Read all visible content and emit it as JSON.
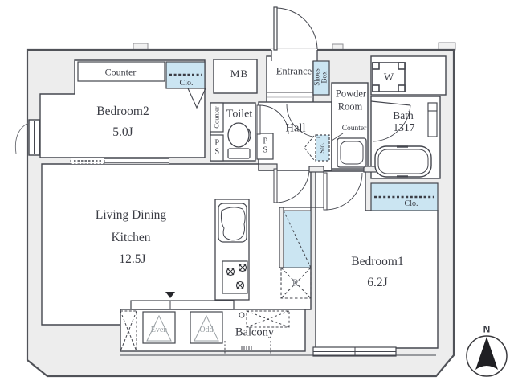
{
  "title": "Apartment floor plan",
  "colors": {
    "wall_fill": "#ededed",
    "line": "#44464e",
    "closet_fill": "#cbe5f2",
    "text": "#3b3d45",
    "faint_text": "#9aa0a4"
  },
  "rooms": {
    "bedroom2": {
      "name": "Bedroom2",
      "size": "5.0J"
    },
    "ldk": {
      "line1": "Living Dining",
      "line2": "Kitchen",
      "size": "12.5J"
    },
    "bedroom1": {
      "name": "Bedroom1",
      "size": "6.2J"
    },
    "bath": {
      "name": "Bath",
      "size": "1317"
    },
    "toilet": {
      "name": "Toilet"
    },
    "hall": {
      "name": "Hall"
    },
    "entrance": {
      "name": "Entrance"
    },
    "powder": {
      "line1": "Powder",
      "line2": "Room"
    },
    "balcony": {
      "name": "Balcony"
    }
  },
  "fixtures": {
    "mb": "MB",
    "counter_bedroom2": "Counter",
    "closet_bedroom2": "Clo.",
    "closet_bedroom1": "Clo.",
    "shoes_box": "Shoes\nBox",
    "counter_toilet": "Counter",
    "counter_powder": "Counter",
    "ps_left": "PS",
    "ps_right": "PS",
    "storage": "Sto.",
    "washer": "W",
    "refrigerator": "R",
    "hatch_even": "Even",
    "hatch_odd": "Odd",
    "compass_north": "N"
  }
}
